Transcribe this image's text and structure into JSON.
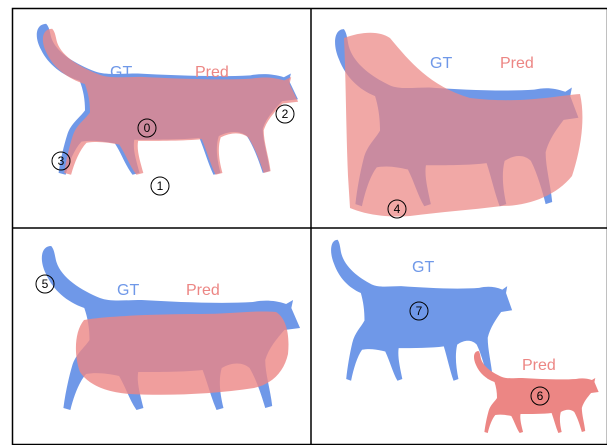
{
  "labels": {
    "gt": "GT",
    "pred": "Pred"
  },
  "colors": {
    "gt": "#6f98e8",
    "pred": "#ec8684",
    "overlap": "#a3717f",
    "frame": "#000000"
  },
  "markers": [
    "0",
    "1",
    "2",
    "3",
    "4",
    "5",
    "6",
    "7"
  ]
}
